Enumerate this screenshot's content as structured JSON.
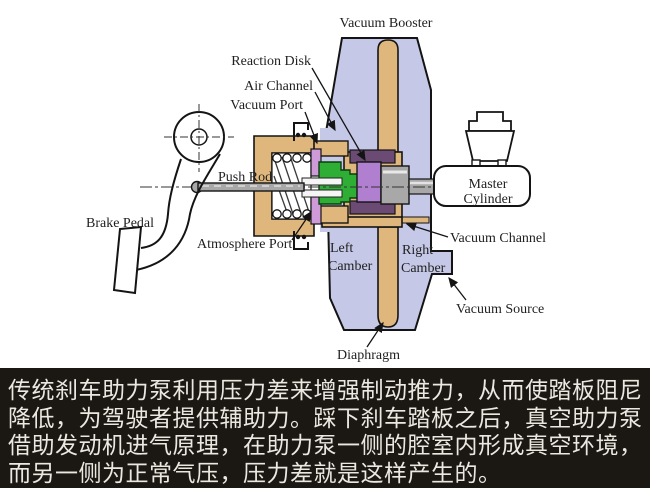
{
  "diagram": {
    "labels": {
      "vacuum_booster": "Vacuum Booster",
      "reaction_disk": "Reaction Disk",
      "air_channel": "Air Channel",
      "vacuum_port": "Vacuum Port",
      "push_rod": "Push Rod",
      "brake_pedal": "Brake Pedal",
      "atmosphere_port": "Atmosphere Port",
      "left_camber_line1": "Left",
      "left_camber_line2": "Camber",
      "right_camber_line1": "Right",
      "right_camber_line2": "Camber",
      "master_cylinder_line1": "Master",
      "master_cylinder_line2": "Cylinder",
      "vacuum_channel": "Vacuum Channel",
      "vacuum_source": "Vacuum Source",
      "diaphragm": "Diaphragm"
    },
    "colors": {
      "booster_shell": "#c5c9e7",
      "diaphragm_tan": "#dfb77c",
      "valve_green": "#2fae35",
      "port_violet": "#cf9ad8",
      "reaction_disk_purple": "#b07fd0",
      "seal_dark_purple": "#6b4a74",
      "rod_gray": "#a8a8a8",
      "outline": "#141414",
      "white": "#ffffff"
    }
  },
  "caption": {
    "background": "#1b1712",
    "text_color": "#ebe8e2",
    "lines": [
      "传统刹车助力泵利用压力差来增强制动推力，从而使踏板阻尼",
      "降低，为驾驶者提供辅助力。踩下刹车踏板之后，真空助力泵",
      "借助发动机进气原理，在助力泵一侧的腔室内形成真空环境，",
      "而另一侧为正常气压，压力差就是这样产生的。"
    ]
  }
}
